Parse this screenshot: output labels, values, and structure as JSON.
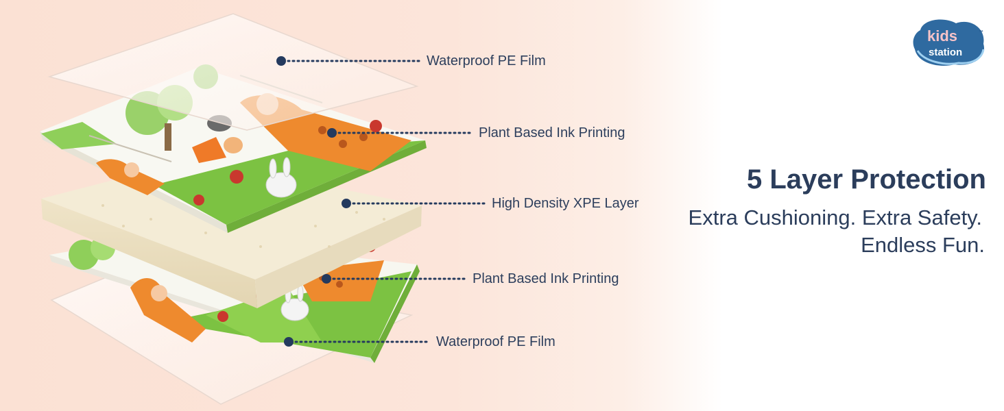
{
  "brand": {
    "logo_top": "kids",
    "logo_bottom": "station",
    "trademark": "™",
    "primary_color": "#2f6aa0",
    "accent_pink": "#f7c3c8"
  },
  "layers": [
    {
      "label": "Waterproof PE Film"
    },
    {
      "label": "Plant Based Ink Printing"
    },
    {
      "label": "High Density XPE Layer"
    },
    {
      "label": "Plant Based Ink Printing"
    },
    {
      "label": "Waterproof PE Film"
    }
  ],
  "hero": {
    "title": "5 Layer Protection",
    "subtitle_line1": "Extra Cushioning. Extra Safety.",
    "subtitle_line2": "Endless Fun."
  },
  "colors": {
    "text": "#2b3d5b",
    "dot": "#243a5e",
    "grass": "#7cc242",
    "foam": "#f2ead3",
    "giraffe": "#ee8a2e"
  }
}
